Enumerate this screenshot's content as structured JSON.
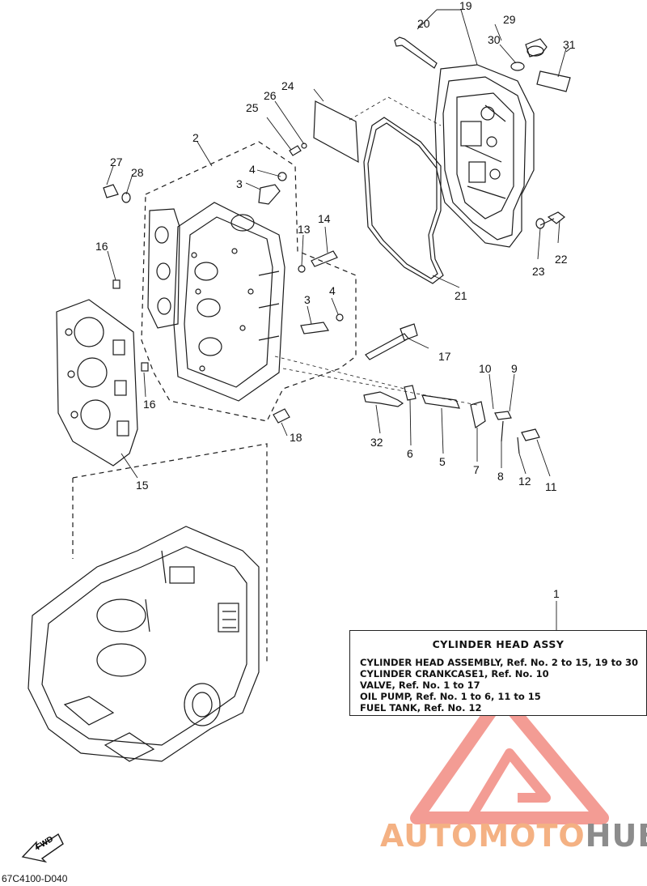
{
  "callouts": [
    {
      "id": "1",
      "label": "1"
    },
    {
      "id": "2",
      "label": "2"
    },
    {
      "id": "3a",
      "label": "3"
    },
    {
      "id": "3b",
      "label": "3"
    },
    {
      "id": "4a",
      "label": "4"
    },
    {
      "id": "4b",
      "label": "4"
    },
    {
      "id": "5",
      "label": "5"
    },
    {
      "id": "6",
      "label": "6"
    },
    {
      "id": "7",
      "label": "7"
    },
    {
      "id": "8",
      "label": "8"
    },
    {
      "id": "9",
      "label": "9"
    },
    {
      "id": "10",
      "label": "10"
    },
    {
      "id": "11",
      "label": "11"
    },
    {
      "id": "12",
      "label": "12"
    },
    {
      "id": "13",
      "label": "13"
    },
    {
      "id": "14",
      "label": "14"
    },
    {
      "id": "15",
      "label": "15"
    },
    {
      "id": "16a",
      "label": "16"
    },
    {
      "id": "16b",
      "label": "16"
    },
    {
      "id": "17",
      "label": "17"
    },
    {
      "id": "18",
      "label": "18"
    },
    {
      "id": "19",
      "label": "19"
    },
    {
      "id": "20",
      "label": "20"
    },
    {
      "id": "21",
      "label": "21"
    },
    {
      "id": "22",
      "label": "22"
    },
    {
      "id": "23",
      "label": "23"
    },
    {
      "id": "24",
      "label": "24"
    },
    {
      "id": "25",
      "label": "25"
    },
    {
      "id": "26",
      "label": "26"
    },
    {
      "id": "27",
      "label": "27"
    },
    {
      "id": "28",
      "label": "28"
    },
    {
      "id": "29",
      "label": "29"
    },
    {
      "id": "30",
      "label": "30"
    },
    {
      "id": "31",
      "label": "31"
    },
    {
      "id": "32",
      "label": "32"
    }
  ],
  "assy_box": {
    "title": "CYLINDER HEAD ASSY",
    "lines": [
      "CYLINDER HEAD ASSEMBLY, Ref. No. 2 to 15, 19 to 30",
      "CYLINDER CRANKCASE1, Ref. No. 10",
      "VALVE, Ref. No. 1 to 17",
      "OIL PUMP, Ref. No. 1 to 6, 11 to 15",
      "FUEL TANK, Ref. No. 12"
    ]
  },
  "fwd_label": "FWD",
  "doc_code": "67C4100-D040",
  "watermark": {
    "part1": "AUTOMOTO",
    "part2": "HUB",
    "color1": "#f4b183",
    "color2": "#8c8c8c",
    "logo_color": "#f28b82"
  },
  "colors": {
    "line": "#1a1a1a"
  }
}
